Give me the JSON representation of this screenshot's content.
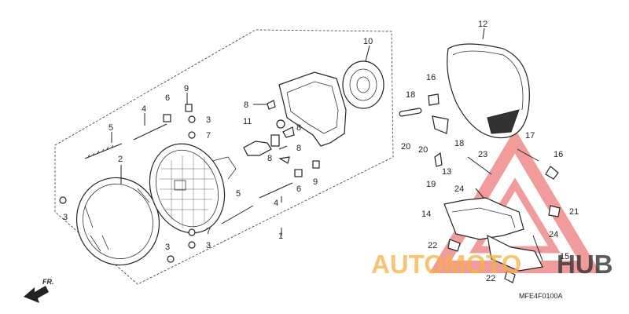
{
  "callouts": {
    "c1": "1",
    "c2": "2",
    "c3a": "3",
    "c3b": "3",
    "c3c": "3",
    "c3d": "3",
    "c4a": "4",
    "c4b": "4",
    "c5a": "5",
    "c5b": "5",
    "c6a": "6",
    "c6b": "6",
    "c7a": "7",
    "c7b": "7",
    "c8a": "8",
    "c8b": "8",
    "c8c": "8",
    "c8d": "8",
    "c9a": "9",
    "c9b": "9",
    "c10": "10",
    "c11": "11",
    "c12": "12",
    "c13": "13",
    "c14": "14",
    "c15": "15",
    "c16a": "16",
    "c16b": "16",
    "c17": "17",
    "c18a": "18",
    "c18b": "18",
    "c19": "19",
    "c20a": "20",
    "c20b": "20",
    "c21": "21",
    "c22a": "22",
    "c22b": "22",
    "c23": "23",
    "c24a": "24",
    "c24b": "24"
  },
  "direction_label": "FR.",
  "diagram_code": "MFE4F0100A",
  "watermark": {
    "left": "AUTOMOTO",
    "right": "HUB",
    "left_color": "#f5b041",
    "right_color": "#333333",
    "triangle_color": "#e84a4a"
  }
}
